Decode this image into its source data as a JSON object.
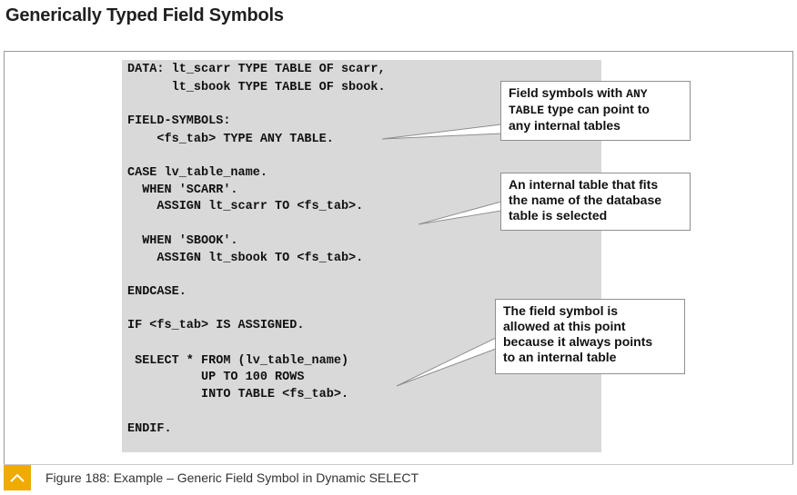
{
  "page": {
    "title": "Generically Typed Field Symbols"
  },
  "code": {
    "l1_kw": "DATA:",
    "l1_rest": " lt_scarr TYPE TABLE OF scarr,",
    "l2": "      lt_sbook TYPE TABLE OF sbook.",
    "l3": "FIELD-SYMBOLS:",
    "l4": "    <fs_tab> TYPE ANY TABLE.",
    "l5": "CASE lv_table_name.",
    "l6": "  WHEN 'SCARR'.",
    "l7": "    ASSIGN lt_scarr TO <fs_tab>.",
    "l8": "  WHEN 'SBOOK'.",
    "l9": "    ASSIGN lt_sbook TO <fs_tab>.",
    "l10": "ENDCASE.",
    "l11": "IF <fs_tab> IS ASSIGNED.",
    "l12": " SELECT * FROM (lv_table_name)",
    "l13": "          UP TO 100 ROWS",
    "l14": "          INTO TABLE <fs_tab>.",
    "l15": "ENDIF."
  },
  "callouts": {
    "c1_a": "Field symbols with ",
    "c1_mono1": "ANY",
    "c1_mono2": "TABLE",
    "c1_b": " type can point to",
    "c1_c": "any internal tables",
    "c2_a": "An internal table that fits",
    "c2_b": "the name of the database",
    "c2_c": "table is selected",
    "c3_a": "The field symbol is",
    "c3_b": "allowed at this point",
    "c3_c": "because it always points",
    "c3_d": "to an internal table"
  },
  "caption": {
    "text": "Figure 188: Example – Generic Field Symbol in Dynamic SELECT",
    "icon": "chevron-up-icon"
  },
  "colors": {
    "code_bg": "#d9d9d9",
    "caption_accent": "#f0ab00"
  }
}
